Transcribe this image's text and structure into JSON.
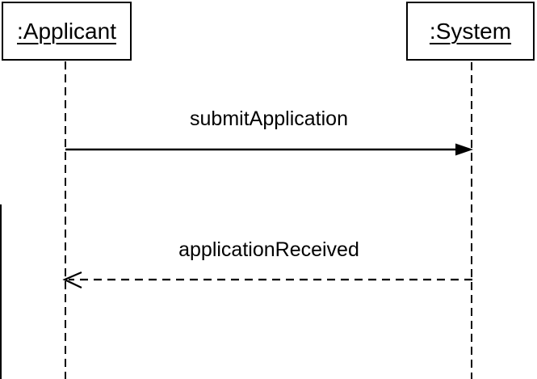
{
  "diagram": {
    "type": "uml-sequence-diagram",
    "participants": [
      {
        "name": ":Applicant"
      },
      {
        "name": ":System"
      }
    ],
    "messages": [
      {
        "label": "submitApplication",
        "from": ":Applicant",
        "to": ":System",
        "line_style": "solid",
        "arrowhead": "filled",
        "direction": "right"
      },
      {
        "label": "applicationReceived",
        "from": ":System",
        "to": ":Applicant",
        "line_style": "dashed",
        "arrowhead": "open",
        "direction": "left"
      }
    ],
    "colors": {
      "line": "#000000",
      "text": "#000000",
      "background": "#ffffff"
    }
  }
}
